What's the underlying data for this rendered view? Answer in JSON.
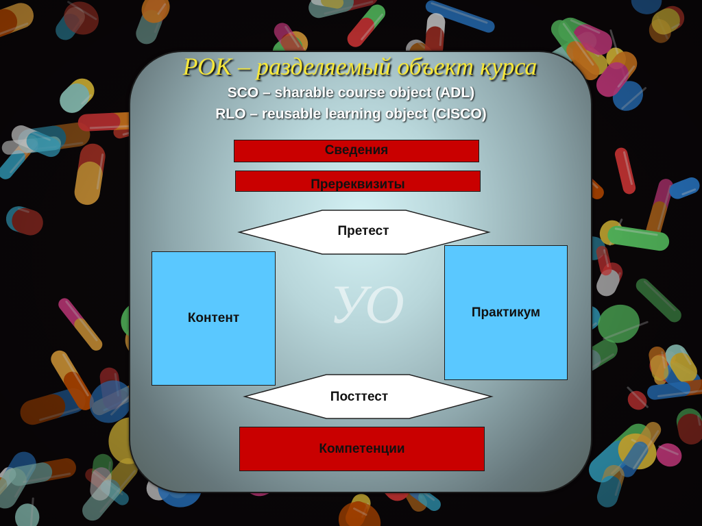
{
  "slide": {
    "title": "РОК – разделяемый объект курса",
    "line1": "SCO – sharable course object (ADL)",
    "line2": "RLO – reusable learning object (CISCO)",
    "watermark": "УО"
  },
  "blocks": {
    "info": "Сведения",
    "prerequisites": "Пререквизиты",
    "pretest": "Претест",
    "content": "Контент",
    "practicum": "Практикум",
    "posttest": "Посттест",
    "competencies": "Компетенции"
  },
  "colors": {
    "title": "#f6e73a",
    "red_block": "#c90000",
    "blue_block": "#5ac8ff",
    "diamond": "#ffffff",
    "background_theme": "colorful pills on black"
  }
}
